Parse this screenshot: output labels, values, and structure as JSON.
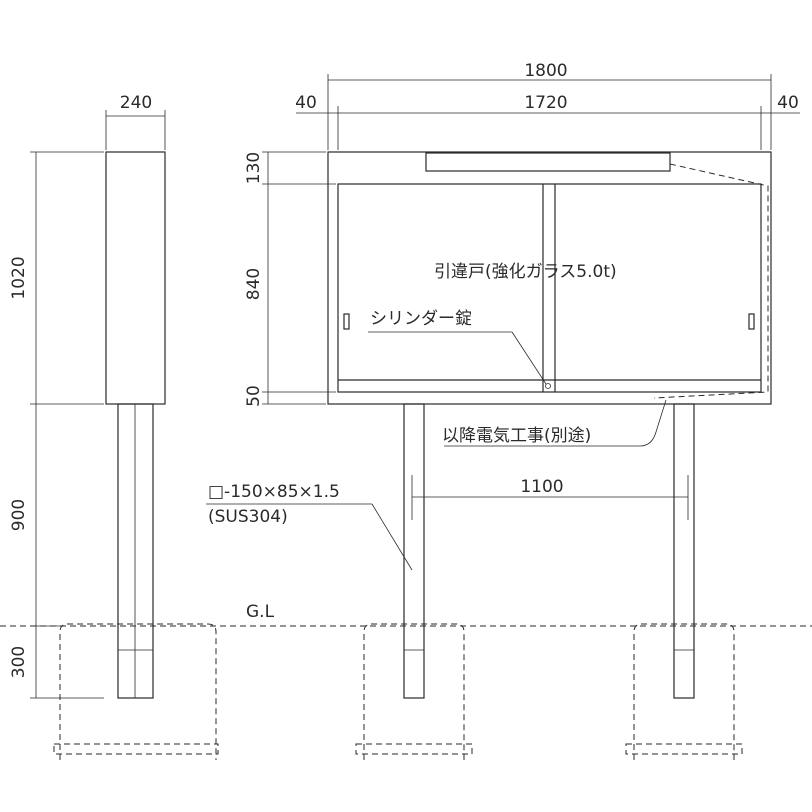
{
  "dimensions": {
    "overall_width": "1800",
    "edge_left": "40",
    "inner_width": "1720",
    "edge_right": "40",
    "side_depth": "240",
    "board_height": "1020",
    "post_height": "900",
    "embed_depth": "300",
    "top_strip": "130",
    "door_height": "840",
    "bottom_strip": "50",
    "post_spacing": "1100"
  },
  "labels": {
    "door": "引違戸(強化ガラス5.0t)",
    "lock": "シリンダー錠",
    "electrical": "以降電気工事(別途)",
    "post_spec": "□-150×85×1.5",
    "post_material": "(SUS304)",
    "ground_line": "G.L"
  }
}
